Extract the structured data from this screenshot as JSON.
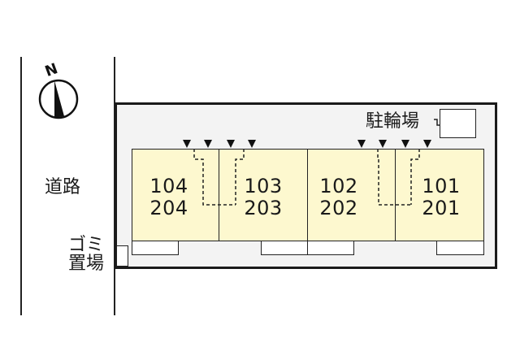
{
  "compass": {
    "label": "N",
    "icon": "north-arrow-icon"
  },
  "road": {
    "label": "道路"
  },
  "bicycle_parking": {
    "label": "駐輪場"
  },
  "garbage": {
    "label_line1": "ゴミ",
    "label_line2": "置場"
  },
  "units": [
    {
      "id": "unit-104-204",
      "floor1": "104",
      "floor2": "204"
    },
    {
      "id": "unit-103-203",
      "floor1": "103",
      "floor2": "203"
    },
    {
      "id": "unit-102-202",
      "floor1": "102",
      "floor2": "202"
    },
    {
      "id": "unit-101-201",
      "floor1": "101",
      "floor2": "201"
    }
  ],
  "colors": {
    "unit_fill": "#fdf8cf",
    "lot_fill": "#f3f3f3",
    "line": "#1a1a1a"
  }
}
